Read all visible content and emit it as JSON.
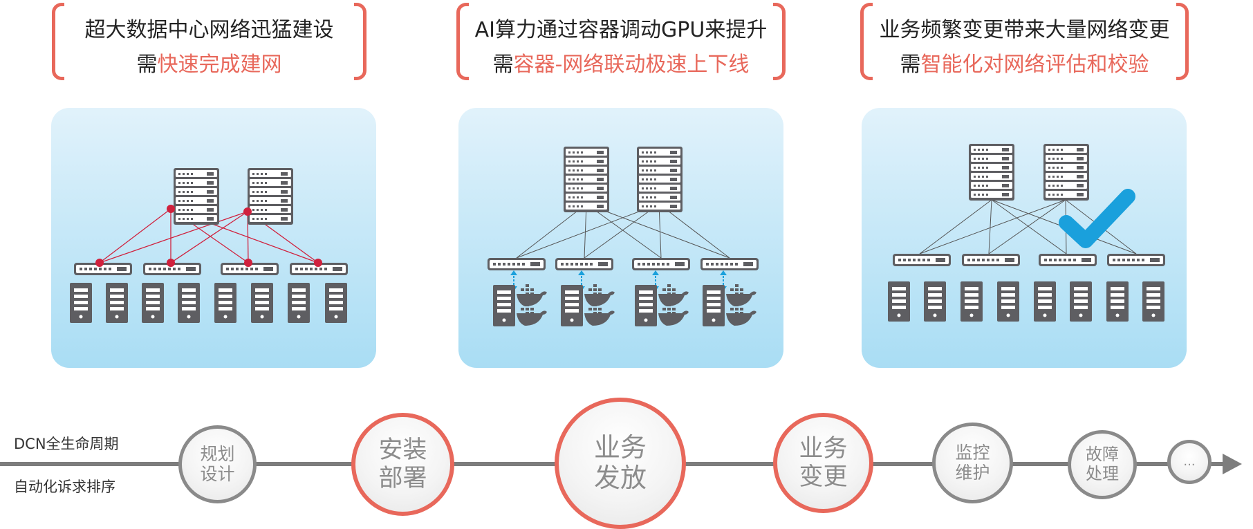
{
  "needs": [
    {
      "line1": "超大数据中心网络迅猛建设",
      "prefix": "需",
      "highlight": "快速完成建网"
    },
    {
      "line1": "AI算力通过容器调动GPU来提升",
      "prefix": "需",
      "highlight": "容器-网络联动极速上下线"
    },
    {
      "line1": "业务频繁变更带来大量网络变更",
      "prefix": "需",
      "highlight": "智能化对网络评估和校验"
    }
  ],
  "side_labels": {
    "top": "DCN全生命周期",
    "bottom": "自动化诉求排序"
  },
  "stages": [
    {
      "label": "规划\n设计"
    },
    {
      "label": "安装\n部署"
    },
    {
      "label": "业务\n发放"
    },
    {
      "label": "业务\n变更"
    },
    {
      "label": "监控\n维护"
    },
    {
      "label": "故障\n处理"
    },
    {
      "label": "..."
    }
  ],
  "colors": {
    "accent": "#e8685b",
    "stage_border_gray": "#8a8a8a",
    "red_node": "#d0213d",
    "check_blue": "#1aa0dc",
    "device": "#5e5e62"
  }
}
